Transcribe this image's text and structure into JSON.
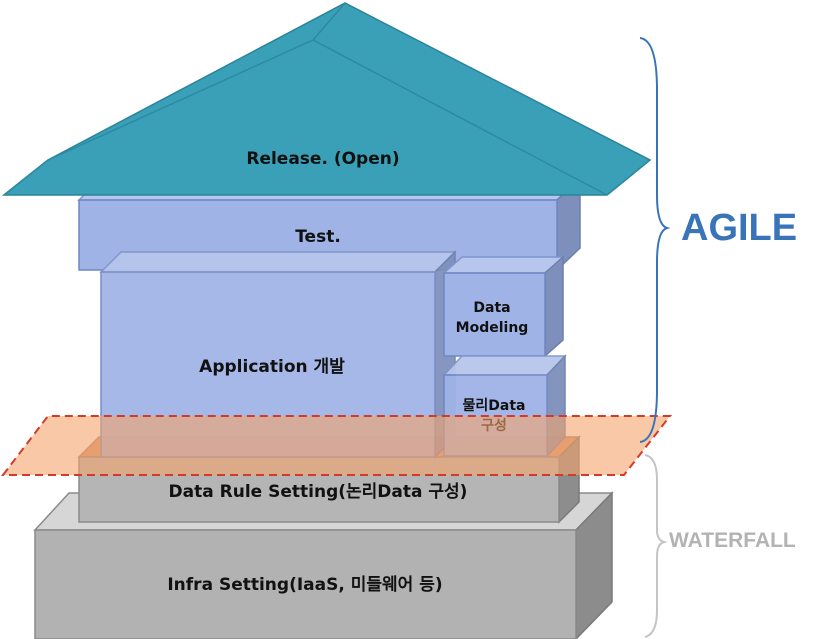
{
  "layers": {
    "release": "Release. (Open)",
    "test": "Test.",
    "application": "Application 개발",
    "data_modeling_line1": "Data",
    "data_modeling_line2": "Modeling",
    "physical_data_line1": "물리Data",
    "physical_data_line2": "구성",
    "data_rule": "Data Rule Setting(논리Data 구성)",
    "infra": "Infra Setting(IaaS, 미들웨어 등)"
  },
  "phases": {
    "agile": "AGILE",
    "waterfall": "WATERFALL"
  },
  "colors": {
    "roof": "#3aa0b8",
    "agile_blocks": "#9fb3e6",
    "data_rule": "#b5b5b5",
    "infra": "#b2b2b2",
    "boundary_plane": "#f5a36b",
    "boundary_dash": "#d23b2a",
    "agile_text": "#3a74b8",
    "waterfall_text": "#b3b3b3"
  }
}
